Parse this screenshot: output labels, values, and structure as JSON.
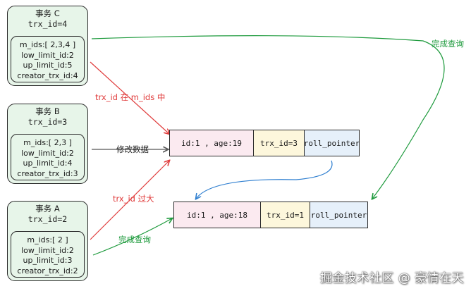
{
  "transactions": [
    {
      "title": "事务 C",
      "trx_line": "trx_id=4",
      "m_ids": "m_ids:[ 2,3,4 ]",
      "low_limit_id": "low_limit_id:2",
      "up_limit_id": "up_limit_id:5",
      "creator_trx_id": "creator_trx_id:4"
    },
    {
      "title": "事务 B",
      "trx_line": "trx_id=3",
      "m_ids": "m_ids:[ 2,3 ]",
      "low_limit_id": "low_limit_id:2",
      "up_limit_id": "up_limit_id:4",
      "creator_trx_id": "creator_trx_id:3"
    },
    {
      "title": "事务 A",
      "trx_line": "trx_id=2",
      "m_ids": "m_ids:[ 2 ]",
      "low_limit_id": "low_limit_id:2",
      "up_limit_id": "up_limit_id:3",
      "creator_trx_id": "creator_trx_id:2"
    }
  ],
  "records": [
    {
      "data": "id:1 , age:19",
      "trx": "trx_id=3",
      "pointer": "roll_pointer"
    },
    {
      "data": "id:1 , age:18",
      "trx": "trx_id=1",
      "pointer": "roll_pointer"
    }
  ],
  "edge_labels": {
    "c_query": "完成查询",
    "c_in_mids": "trx_id 在 m_ids 中",
    "b_modify": "修改数据",
    "a_too_big": "trx_id 过大",
    "a_query": "完成查询"
  },
  "colors": {
    "red": "#e03c3c",
    "green": "#1d9a3c",
    "blue": "#2f7fd0",
    "card_fill": "#e7f5e9"
  },
  "watermark": "掘金技术社区 @ 豪情在天"
}
